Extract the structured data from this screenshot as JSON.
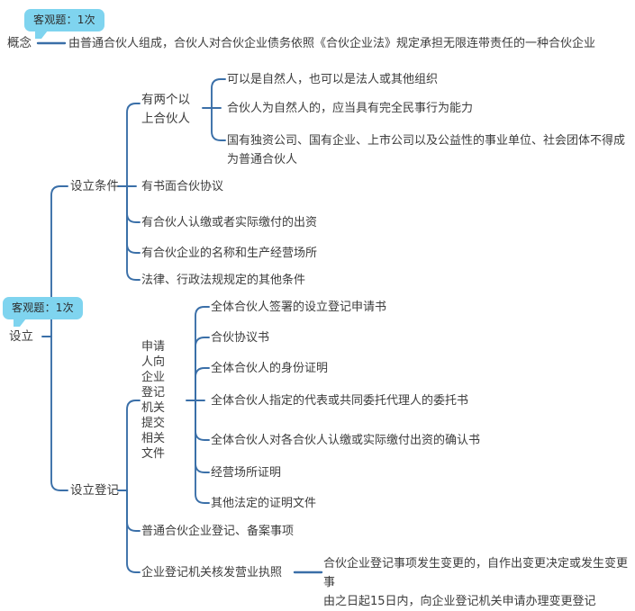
{
  "meta": {
    "title": "普通合伙企业 设立 思维导图",
    "line_color": "#3a6fa8",
    "badge_color": "#7fd4ef",
    "text_color": "#3c3c3c",
    "background": "#ffffff"
  },
  "badges": [
    {
      "label": "客观题：1次"
    },
    {
      "label": "客观题：1次"
    }
  ],
  "nodes": {
    "concept": {
      "label": "概念",
      "detail": "由普通合伙人组成，合伙人对合伙企业债务依照《合伙企业法》规定承担无限连带责任的一种合伙企业"
    },
    "root": {
      "label": "设立"
    },
    "conditions": {
      "label": "设立条件",
      "items": [
        {
          "label": "有两个以\n上合伙人",
          "children": [
            "可以是自然人，也可以是法人或其他组织",
            "合伙人为自然人的，应当具有完全民事行为能力",
            "国有独资公司、国有企业、上市公司以及公益性的事业单位、社会团体不得成\n为普通合伙人"
          ]
        },
        {
          "label": "有书面合伙协议",
          "children": []
        },
        {
          "label": "有合伙人认缴或者实际缴付的出资",
          "children": []
        },
        {
          "label": "有合伙企业的名称和生产经营场所",
          "children": []
        },
        {
          "label": "法律、行政法规规定的其他条件",
          "children": []
        }
      ]
    },
    "registration": {
      "label": "设立登记",
      "items": [
        {
          "label": "申请\n人向\n企业\n登记\n机关\n提交\n相关\n文件",
          "children": [
            "全体合伙人签署的设立登记申请书",
            "合伙协议书",
            "全体合伙人的身份证明",
            "全体合伙人指定的代表或共同委托代理人的委托书",
            "全体合伙人对各合伙人认缴或实际缴付出资的确认书",
            "经营场所证明",
            "其他法定的证明文件"
          ]
        },
        {
          "label": "普通合伙企业登记、备案事项",
          "children": []
        },
        {
          "label": "企业登记机关核发营业执照",
          "children": [
            "合伙企业登记事项发生变更的，自作出变更决定或发生变更事\n由之日起15日内，向企业登记机关申请办理变更登记"
          ]
        }
      ]
    }
  }
}
